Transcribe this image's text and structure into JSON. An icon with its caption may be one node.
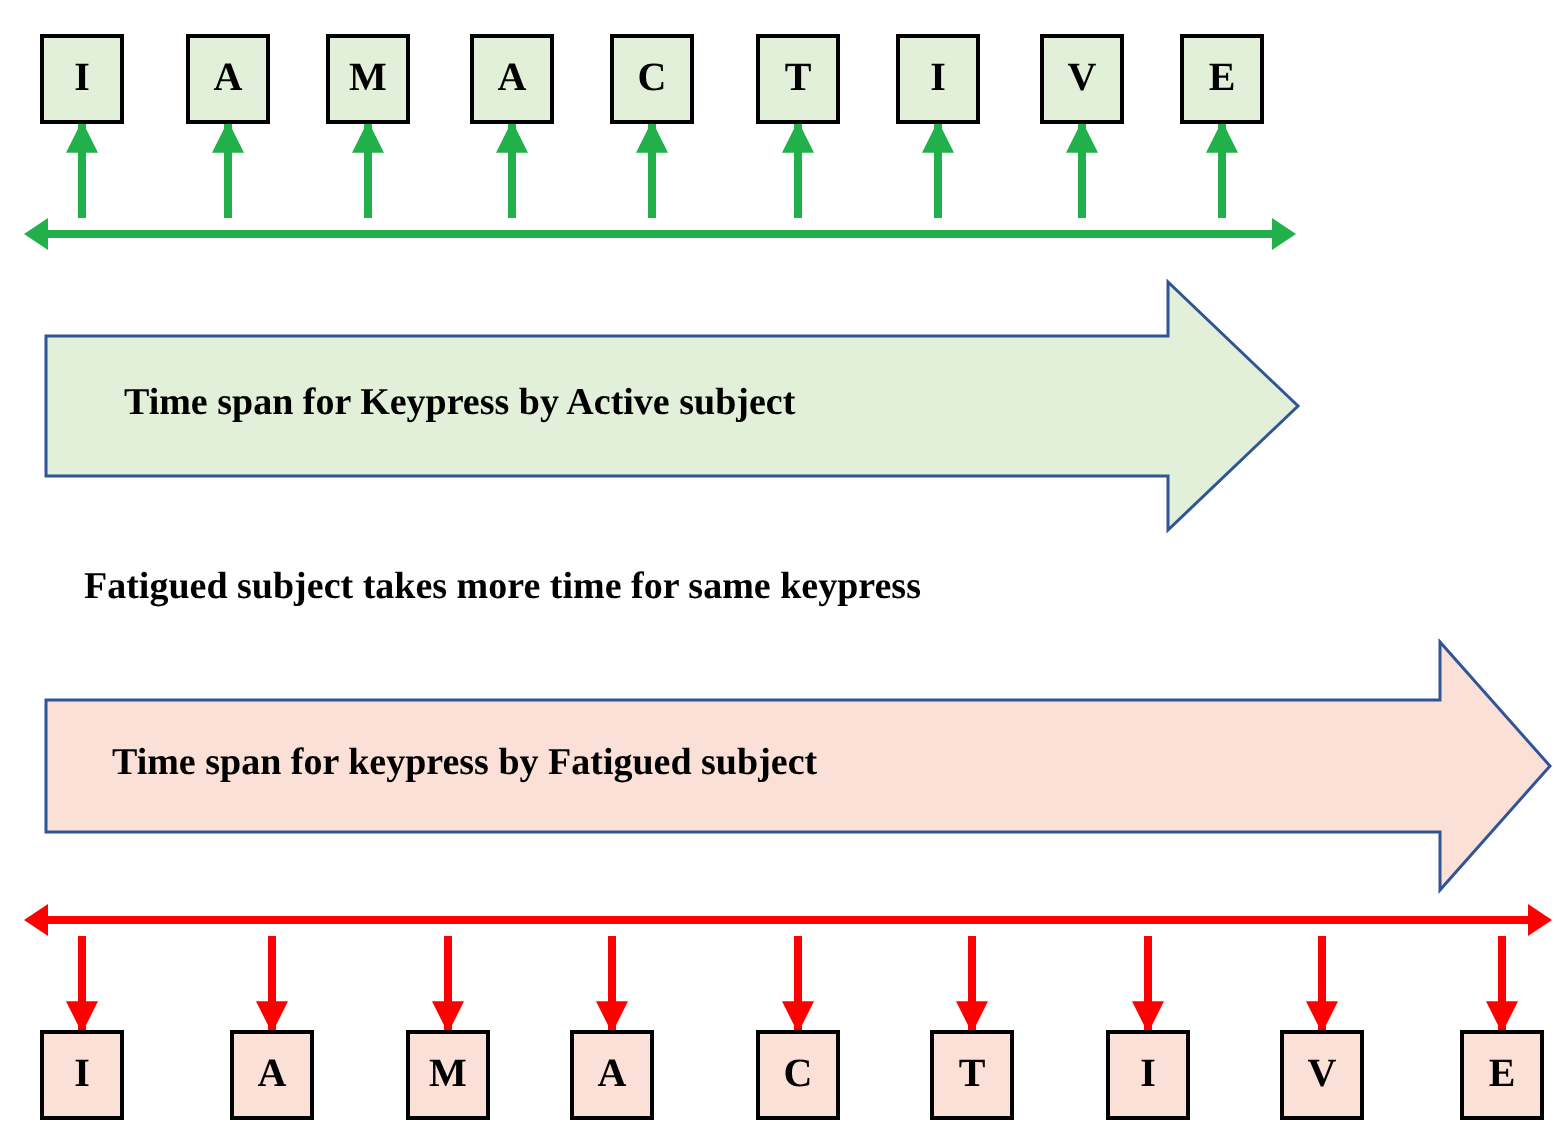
{
  "diagram": {
    "nodes": [
      {
        "text": [
          "I"
        ]
      },
      {
        "text": [
          "A"
        ]
      },
      {
        "text": [
          "M"
        ]
      },
      {
        "text": [
          "A"
        ]
      },
      {
        "text": [
          "C"
        ]
      },
      {
        "text": [
          "T"
        ]
      },
      {
        "text": [
          "I"
        ]
      },
      {
        "text": [
          "V"
        ]
      },
      {
        "text": [
          "E"
        ]
      },
      {
        "text": [],
        "shape": "bar"
      },
      {
        "text": [
          "Time span for Keypress by Active subject"
        ]
      },
      {
        "text": [
          "Time span for keypress by Fatigued subject"
        ]
      },
      {
        "text": [],
        "shape": "bar"
      },
      {
        "text": [
          "I"
        ]
      },
      {
        "text": [
          "A"
        ]
      },
      {
        "text": [
          "M"
        ]
      },
      {
        "text": [
          "A"
        ]
      },
      {
        "text": [
          "C"
        ]
      },
      {
        "text": [
          "T"
        ]
      },
      {
        "text": [
          "I"
        ]
      },
      {
        "text": [
          "V"
        ]
      },
      {
        "text": [
          "E"
        ]
      }
    ],
    "edges": [
      {
        "from": 9,
        "to": 0,
        "arrow": "to",
        "color": "#22b04b"
      },
      {
        "from": 9,
        "to": 1,
        "arrow": "to",
        "color": "#22b04b"
      },
      {
        "from": 9,
        "to": 2,
        "arrow": "to",
        "color": "#22b04b"
      },
      {
        "from": 9,
        "to": 3,
        "arrow": "to",
        "color": "#22b04b"
      },
      {
        "from": 9,
        "to": 4,
        "arrow": "to",
        "color": "#22b04b"
      },
      {
        "from": 9,
        "to": 5,
        "arrow": "to",
        "color": "#22b04b"
      },
      {
        "from": 9,
        "to": 6,
        "arrow": "to",
        "color": "#22b04b"
      },
      {
        "from": 9,
        "to": 7,
        "arrow": "to",
        "color": "#22b04b"
      },
      {
        "from": 9,
        "to": 8,
        "arrow": "to",
        "color": "#22b04b"
      },
      {
        "from": 12,
        "to": 13,
        "arrow": "to",
        "color": "#ff0000"
      },
      {
        "from": 12,
        "to": 14,
        "arrow": "to",
        "color": "#ff0000"
      },
      {
        "from": 12,
        "to": 15,
        "arrow": "to",
        "color": "#ff0000"
      },
      {
        "from": 12,
        "to": 16,
        "arrow": "to",
        "color": "#ff0000"
      },
      {
        "from": 12,
        "to": 17,
        "arrow": "to",
        "color": "#ff0000"
      },
      {
        "from": 12,
        "to": 18,
        "arrow": "to",
        "color": "#ff0000"
      },
      {
        "from": 12,
        "to": 19,
        "arrow": "to",
        "color": "#ff0000"
      },
      {
        "from": 12,
        "to": 20,
        "arrow": "to",
        "color": "#ff0000"
      },
      {
        "from": 12,
        "to": 21,
        "arrow": "to",
        "color": "#ff0000"
      }
    ],
    "labels": [
      "Fatigued subject takes more time for same keypress"
    ]
  }
}
